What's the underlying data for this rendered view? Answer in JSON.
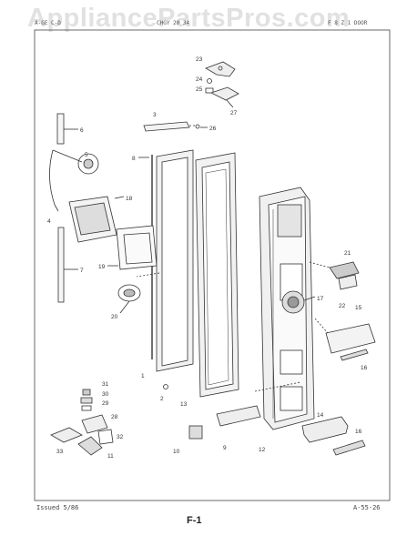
{
  "watermark": "AppliancePartsPros.com",
  "header": {
    "left": "A-GE C-D",
    "center": "CHGY 20 34",
    "right": "F 8 Z 1 DOOR"
  },
  "footer": {
    "issued": "Issued 5/86",
    "figure": "F-1",
    "code": "A-55-26"
  },
  "callouts": {
    "c1": "1",
    "c2": "2",
    "c3": "3",
    "c4": "4",
    "c5": "5",
    "c6": "6",
    "c7": "7",
    "c8": "8",
    "c9": "9",
    "c10": "10",
    "c11": "11",
    "c12": "12",
    "c13": "13",
    "c14": "14",
    "c15": "15",
    "c16a": "16",
    "c16b": "16",
    "c17": "17",
    "c18": "18",
    "c19": "19",
    "c20": "20",
    "c21": "21",
    "c22": "22",
    "c23": "23",
    "c24": "24",
    "c25": "25",
    "c26": "26",
    "c27": "27",
    "c28": "28",
    "c29": "29",
    "c30": "30",
    "c31": "31",
    "c32": "32",
    "c33": "33"
  }
}
